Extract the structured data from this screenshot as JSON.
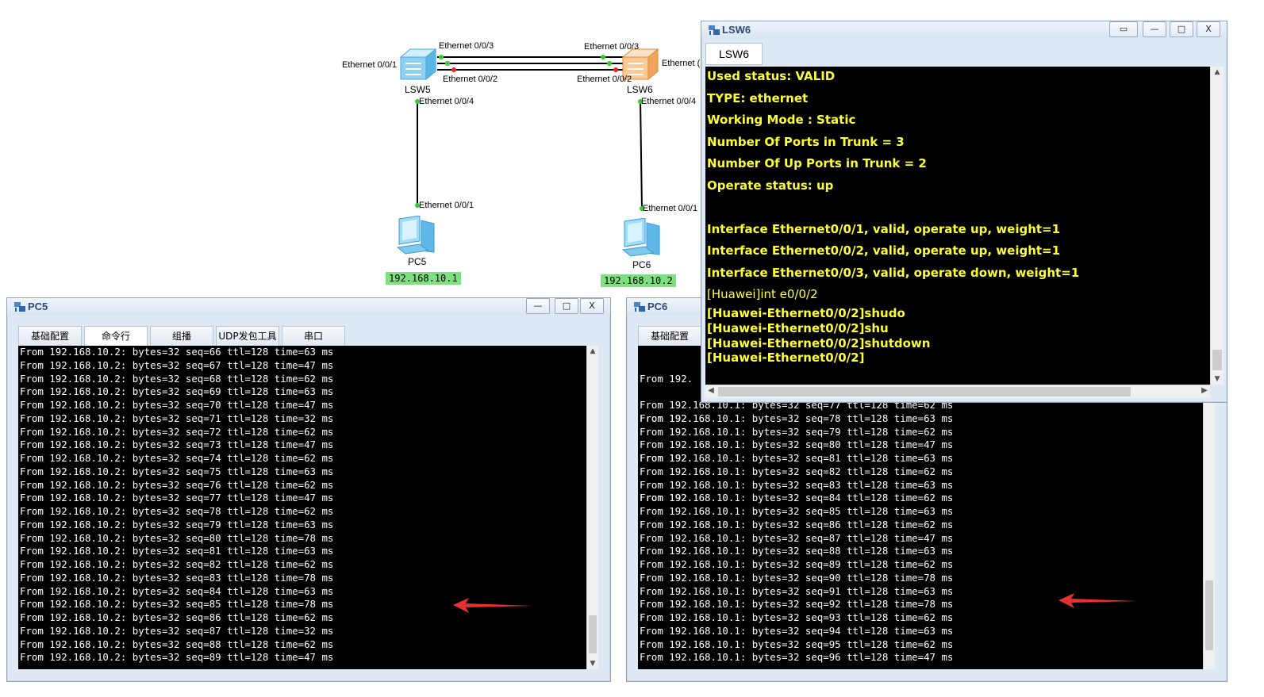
{
  "topology": {
    "devices": [
      {
        "name": "LSW5"
      },
      {
        "name": "LSW6"
      },
      {
        "name": "PC5",
        "ip": "192.168.10.1"
      },
      {
        "name": "PC6",
        "ip": "192.168.10.2"
      }
    ],
    "port_labels": {
      "lsw5_e1": "Ethernet 0/0/1",
      "lsw5_e3": "Ethernet 0/0/3",
      "lsw5_e2": "Ethernet 0/0/2",
      "lsw5_e4": "Ethernet 0/0/4",
      "lsw6_e3": "Ethernet 0/0/3",
      "lsw6_e2": "Ethernet 0/0/2",
      "lsw6_e4": "Ethernet 0/0/4",
      "lsw6_eright": "Ethernet (",
      "pc5_e1": "Ethernet 0/0/1",
      "pc6_e1": "Ethernet 0/0/1"
    },
    "colors": {
      "link_up": "#33cc33",
      "link_down": "#ee2222",
      "ip_tag": "#7fe07f"
    }
  },
  "pc5_window": {
    "title": "PC5",
    "tabs": [
      "基础配置",
      "命令行",
      "组播",
      "UDP发包工具",
      "串口"
    ],
    "active_tab": "命令行",
    "lines": [
      "From 192.168.10.2: bytes=32 seq=66 ttl=128 time=63 ms",
      "From 192.168.10.2: bytes=32 seq=67 ttl=128 time=47 ms",
      "From 192.168.10.2: bytes=32 seq=68 ttl=128 time=62 ms",
      "From 192.168.10.2: bytes=32 seq=69 ttl=128 time=63 ms",
      "From 192.168.10.2: bytes=32 seq=70 ttl=128 time=47 ms",
      "From 192.168.10.2: bytes=32 seq=71 ttl=128 time=32 ms",
      "From 192.168.10.2: bytes=32 seq=72 ttl=128 time=62 ms",
      "From 192.168.10.2: bytes=32 seq=73 ttl=128 time=47 ms",
      "From 192.168.10.2: bytes=32 seq=74 ttl=128 time=62 ms",
      "From 192.168.10.2: bytes=32 seq=75 ttl=128 time=63 ms",
      "From 192.168.10.2: bytes=32 seq=76 ttl=128 time=62 ms",
      "From 192.168.10.2: bytes=32 seq=77 ttl=128 time=47 ms",
      "From 192.168.10.2: bytes=32 seq=78 ttl=128 time=62 ms",
      "From 192.168.10.2: bytes=32 seq=79 ttl=128 time=63 ms",
      "From 192.168.10.2: bytes=32 seq=80 ttl=128 time=78 ms",
      "From 192.168.10.2: bytes=32 seq=81 ttl=128 time=63 ms",
      "From 192.168.10.2: bytes=32 seq=82 ttl=128 time=62 ms",
      "From 192.168.10.2: bytes=32 seq=83 ttl=128 time=78 ms",
      "From 192.168.10.2: bytes=32 seq=84 ttl=128 time=63 ms",
      "From 192.168.10.2: bytes=32 seq=85 ttl=128 time=78 ms",
      "From 192.168.10.2: bytes=32 seq=86 ttl=128 time=62 ms",
      "From 192.168.10.2: bytes=32 seq=87 ttl=128 time=32 ms",
      "From 192.168.10.2: bytes=32 seq=88 ttl=128 time=62 ms",
      "From 192.168.10.2: bytes=32 seq=89 ttl=128 time=47 ms"
    ]
  },
  "pc6_window": {
    "title": "PC6",
    "tabs": [
      "基础配置"
    ],
    "active_tab": "基础配置",
    "hidden_prefix": "From 192.",
    "lines": [
      "From 192.168.10.1: bytes=32 seq=77 ttl=128 time=62 ms",
      "From 192.168.10.1: bytes=32 seq=78 ttl=128 time=63 ms",
      "From 192.168.10.1: bytes=32 seq=79 ttl=128 time=62 ms",
      "From 192.168.10.1: bytes=32 seq=80 ttl=128 time=47 ms",
      "From 192.168.10.1: bytes=32 seq=81 ttl=128 time=63 ms",
      "From 192.168.10.1: bytes=32 seq=82 ttl=128 time=62 ms",
      "From 192.168.10.1: bytes=32 seq=83 ttl=128 time=63 ms",
      "From 192.168.10.1: bytes=32 seq=84 ttl=128 time=62 ms",
      "From 192.168.10.1: bytes=32 seq=85 ttl=128 time=63 ms",
      "From 192.168.10.1: bytes=32 seq=86 ttl=128 time=62 ms",
      "From 192.168.10.1: bytes=32 seq=87 ttl=128 time=47 ms",
      "From 192.168.10.1: bytes=32 seq=88 ttl=128 time=63 ms",
      "From 192.168.10.1: bytes=32 seq=89 ttl=128 time=62 ms",
      "From 192.168.10.1: bytes=32 seq=90 ttl=128 time=78 ms",
      "From 192.168.10.1: bytes=32 seq=91 ttl=128 time=63 ms",
      "From 192.168.10.1: bytes=32 seq=92 ttl=128 time=78 ms",
      "From 192.168.10.1: bytes=32 seq=93 ttl=128 time=62 ms",
      "From 192.168.10.1: bytes=32 seq=94 ttl=128 time=63 ms",
      "From 192.168.10.1: bytes=32 seq=95 ttl=128 time=62 ms",
      "From 192.168.10.1: bytes=32 seq=96 ttl=128 time=47 ms"
    ]
  },
  "lsw6_window": {
    "title": "LSW6",
    "tab": "LSW6",
    "lines": [
      "Used status: VALID",
      "TYPE: ethernet",
      "Working Mode : Static",
      "Number Of Ports in Trunk = 3",
      "Number Of Up Ports in Trunk = 2",
      "Operate status: up",
      "",
      "Interface Ethernet0/0/1, valid, operate up, weight=1",
      "Interface Ethernet0/0/2, valid, operate up, weight=1",
      "Interface Ethernet0/0/3, valid, operate down, weight=1",
      "[Huawei]int e0/0/2",
      "[Huawei-Ethernet0/0/2]shudo",
      "[Huawei-Ethernet0/0/2]shu",
      "[Huawei-Ethernet0/0/2]shutdown",
      "[Huawei-Ethernet0/0/2]"
    ]
  },
  "window_buttons": {
    "minimize": "—",
    "maximize": "□",
    "close": "X",
    "restore": "▭"
  },
  "icons": {
    "arrow": "red-arrow-icon",
    "window": "ensp-window-icon"
  }
}
